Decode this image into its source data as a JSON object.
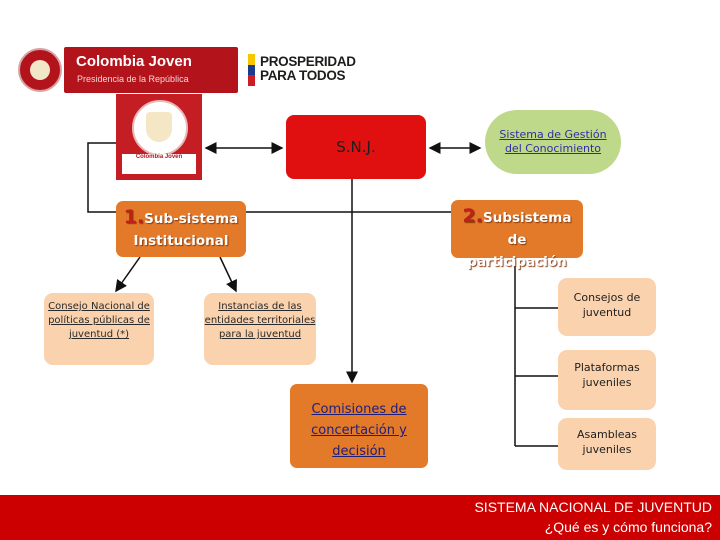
{
  "header": {
    "brand_title": "Colombia Joven",
    "brand_subtitle": "Presidencia de la República",
    "prosperidad_line1": "PROSPERIDAD",
    "prosperidad_line2": "PARA TODOS",
    "logo_label": "Colombia Joven"
  },
  "diagram": {
    "snj": "S.N.J.",
    "knowledge_system": "Sistema de Gestión del Conocimiento",
    "sub1_number": "1.",
    "sub1_line1": "Sub-sistema",
    "sub1_line2": "Institucional",
    "sub2_number": "2.",
    "sub2_line1": "Subsistema de",
    "sub2_line2": "participación",
    "consejo_nacional": "Consejo Nacional de políticas públicas de juventud (*)",
    "instancias": "Instancias de las entidades territoriales para la juventud",
    "comisiones": "Comisiones de concertación y decisión",
    "consejos_juventud": "Consejos de juventud",
    "plataformas": "Plataformas juveniles",
    "asambleas": "Asambleas juveniles"
  },
  "footer": {
    "title": "SISTEMA NACIONAL DE JUVENTUD",
    "subtitle": "¿Qué es y cómo funciona?"
  },
  "colors": {
    "brand_red": "#b3141c",
    "snj_red": "#e01010",
    "orange": "#e37a2a",
    "peach": "#fbd2ae",
    "green": "#bfd98a",
    "footer_red": "#cc0000"
  }
}
